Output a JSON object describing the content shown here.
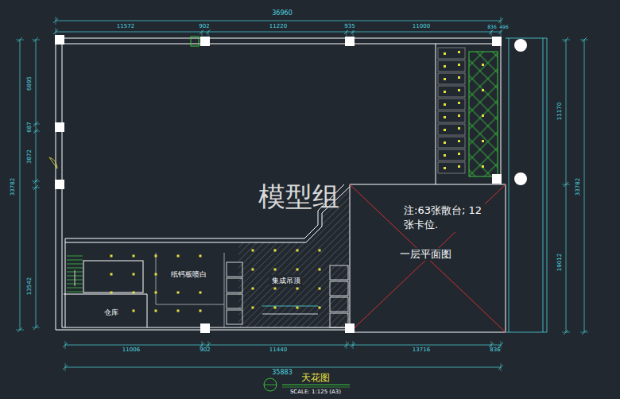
{
  "diagram": {
    "title": "天花图",
    "caption": "SCALE: 1:125 (A3)",
    "nodes": [
      {
        "text": [
          "纸钙板喷白"
        ]
      },
      {
        "text": [
          "集成吊顶"
        ]
      },
      {
        "text": [
          "仓库"
        ]
      }
    ],
    "labels": [
      "36960",
      "11572",
      "902",
      "11220",
      "935",
      "11000",
      "836",
      "496",
      "6895",
      "687",
      "3872",
      "33782",
      "13542",
      "11170",
      "33782",
      "19012",
      "11006",
      "902",
      "11440",
      "13716",
      "836",
      "35883",
      "模型组",
      "注:63张散台; 12张卡位.",
      "一层平面图"
    ]
  }
}
